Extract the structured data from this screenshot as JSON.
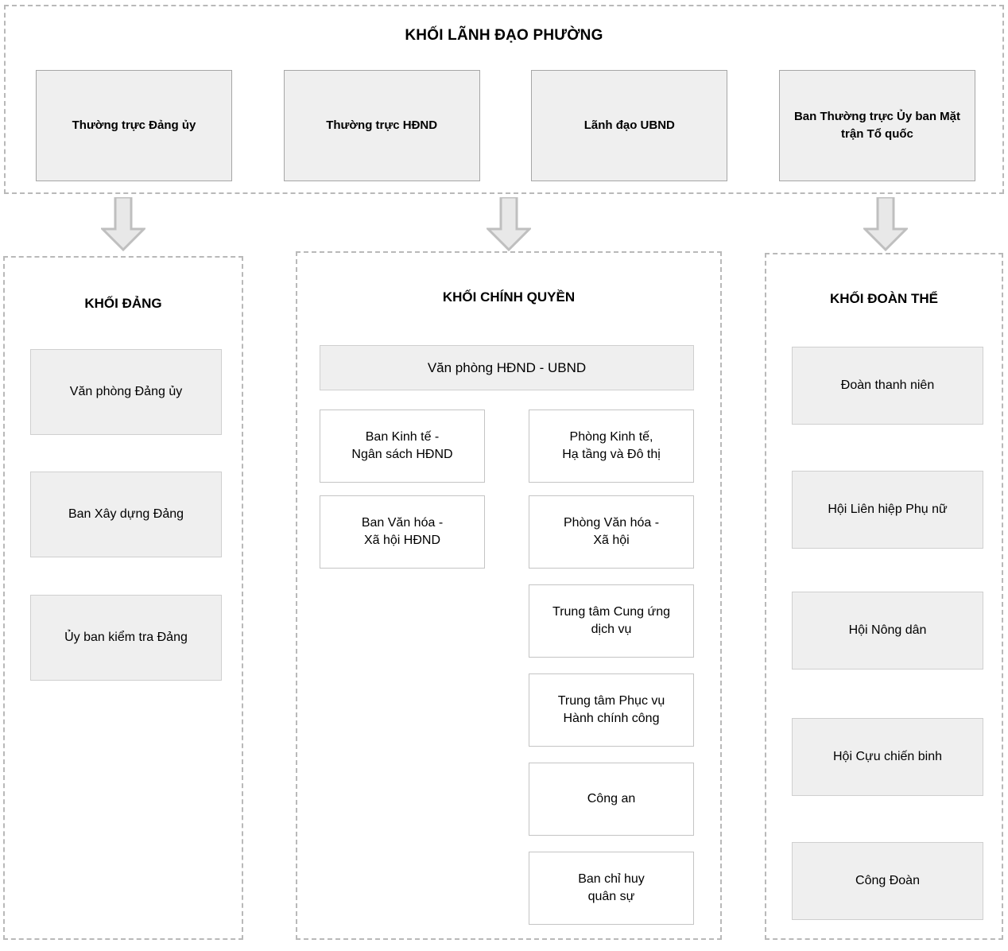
{
  "diagram": {
    "type": "organizational-chart",
    "language": "vi",
    "colors": {
      "filled_box_background": "#efefef",
      "filled_box_border": "#a6a6a6",
      "outline_box_background": "#ffffff",
      "outline_box_border": "#c4c4c4",
      "dashed_group_border": "#b9b9b9",
      "arrow_fill": "#e8e8e8",
      "arrow_stroke": "#bfbfbf",
      "text": "#000000",
      "page_background": "#ffffff"
    }
  },
  "top_band": {
    "title": "KHỐI LÃNH ĐẠO PHƯỜNG",
    "boxes": [
      {
        "label": "Thường trực Đảng ủy"
      },
      {
        "label": "Thường trực HĐND"
      },
      {
        "label": "Lãnh đạo UBND"
      },
      {
        "label": "Ban Thường trực Ủy ban Mặt trận Tổ quốc"
      }
    ]
  },
  "arrows": [
    {
      "name": "arrow-to-party",
      "direction": "down"
    },
    {
      "name": "arrow-to-government",
      "direction": "down"
    },
    {
      "name": "arrow-to-unions",
      "direction": "down"
    }
  ],
  "groups": {
    "party": {
      "title": "KHỐI ĐẢNG",
      "nodes": [
        {
          "label": "Văn phòng Đảng ủy",
          "style": "filled"
        },
        {
          "label": "Ban Xây dựng Đảng",
          "style": "filled"
        },
        {
          "label": "Ủy ban kiểm tra Đảng",
          "style": "filled"
        }
      ]
    },
    "government": {
      "title": "KHỐI CHÍNH QUYỀN",
      "office": {
        "label": "Văn phòng HĐND - UBND",
        "style": "filled"
      },
      "left_nodes": [
        {
          "label": "Ban Kinh tế -\nNgân sách HĐND",
          "style": "outline"
        },
        {
          "label": "Ban Văn hóa -\nXã hội HĐND",
          "style": "outline"
        }
      ],
      "right_nodes": [
        {
          "label": "Phòng Kinh tế,\nHạ tầng và Đô thị",
          "style": "outline"
        },
        {
          "label": "Phòng Văn hóa -\nXã hội",
          "style": "outline"
        },
        {
          "label": "Trung tâm Cung ứng\ndịch vụ",
          "style": "outline"
        },
        {
          "label": "Trung tâm Phục vụ\nHành chính công",
          "style": "outline"
        },
        {
          "label": "Công an",
          "style": "outline"
        },
        {
          "label": "Ban chỉ huy\nquân sự",
          "style": "outline"
        }
      ]
    },
    "unions": {
      "title": "KHỐI ĐOÀN THỂ",
      "nodes": [
        {
          "label": "Đoàn thanh niên",
          "style": "filled"
        },
        {
          "label": "Hội Liên hiệp Phụ nữ",
          "style": "filled"
        },
        {
          "label": "Hội Nông dân",
          "style": "filled"
        },
        {
          "label": "Hội Cựu chiến binh",
          "style": "filled"
        },
        {
          "label": "Công Đoàn",
          "style": "filled"
        }
      ]
    }
  }
}
